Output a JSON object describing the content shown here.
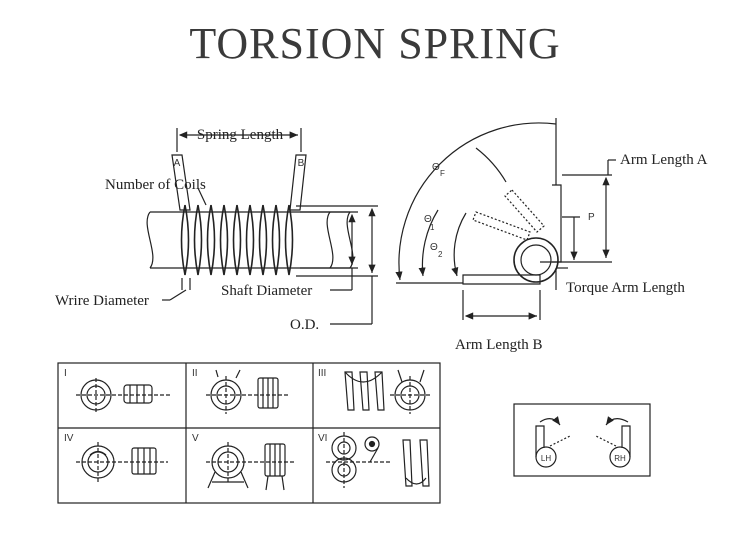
{
  "title": "TORSION SPRING",
  "labels": {
    "spring_length": "Spring Length",
    "number_of_coils": "Number of Coils",
    "wire_diameter": "Wrire Diameter",
    "shaft_diameter": "Shaft Diameter",
    "od": "O.D.",
    "arm_a_tag": "A",
    "arm_b_tag": "B",
    "arm_length_a": "Arm Length A",
    "torque_arm_length": "Torque Arm Length",
    "arm_length_b": "Arm Length B",
    "p": "P",
    "theta": "Θ",
    "theta_f_sub": "F",
    "theta_1_sub": "1",
    "theta_2_sub": "2"
  },
  "end_types": [
    "I",
    "II",
    "III",
    "IV",
    "V",
    "VI"
  ],
  "winding": {
    "left": "LH",
    "right": "RH"
  }
}
